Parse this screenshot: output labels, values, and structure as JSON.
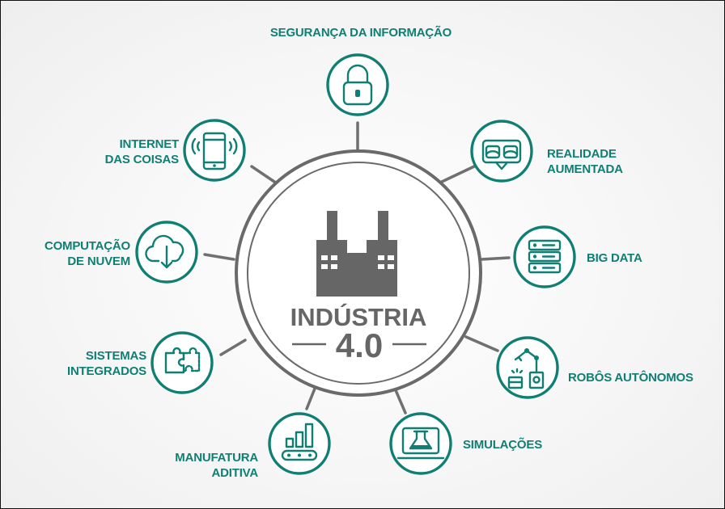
{
  "center": {
    "title": "INDÚSTRIA",
    "version": "4.0"
  },
  "nodes": {
    "security": {
      "line1": "SEGURANÇA DA INFORMAÇÃO",
      "icon": "padlock-icon"
    },
    "ar": {
      "line1": "REALIDADE",
      "line2": "AUMENTADA",
      "icon": "vr-headset-icon"
    },
    "bigdata": {
      "line1": "BIG DATA",
      "icon": "server-icon"
    },
    "robots": {
      "line1": "ROBÔS AUTÔNOMOS",
      "icon": "robot-arm-icon"
    },
    "sim": {
      "line1": "SIMULAÇÕES",
      "icon": "flask-monitor-icon"
    },
    "additive": {
      "line1": "MANUFATURA",
      "line2": "ADITIVA",
      "icon": "conveyor-chart-icon"
    },
    "integrated": {
      "line1": "SISTEMAS",
      "line2": "INTEGRADOS",
      "icon": "puzzle-icon"
    },
    "cloud": {
      "line1": "COMPUTAÇÃO",
      "line2": "DE NUVEM",
      "icon": "cloud-download-icon"
    },
    "iot": {
      "line1": "INTERNET",
      "line2": "DAS COISAS",
      "icon": "smartphone-signal-icon"
    }
  },
  "colors": {
    "accent": "#0f7f74",
    "hub_gray": "#666666"
  }
}
